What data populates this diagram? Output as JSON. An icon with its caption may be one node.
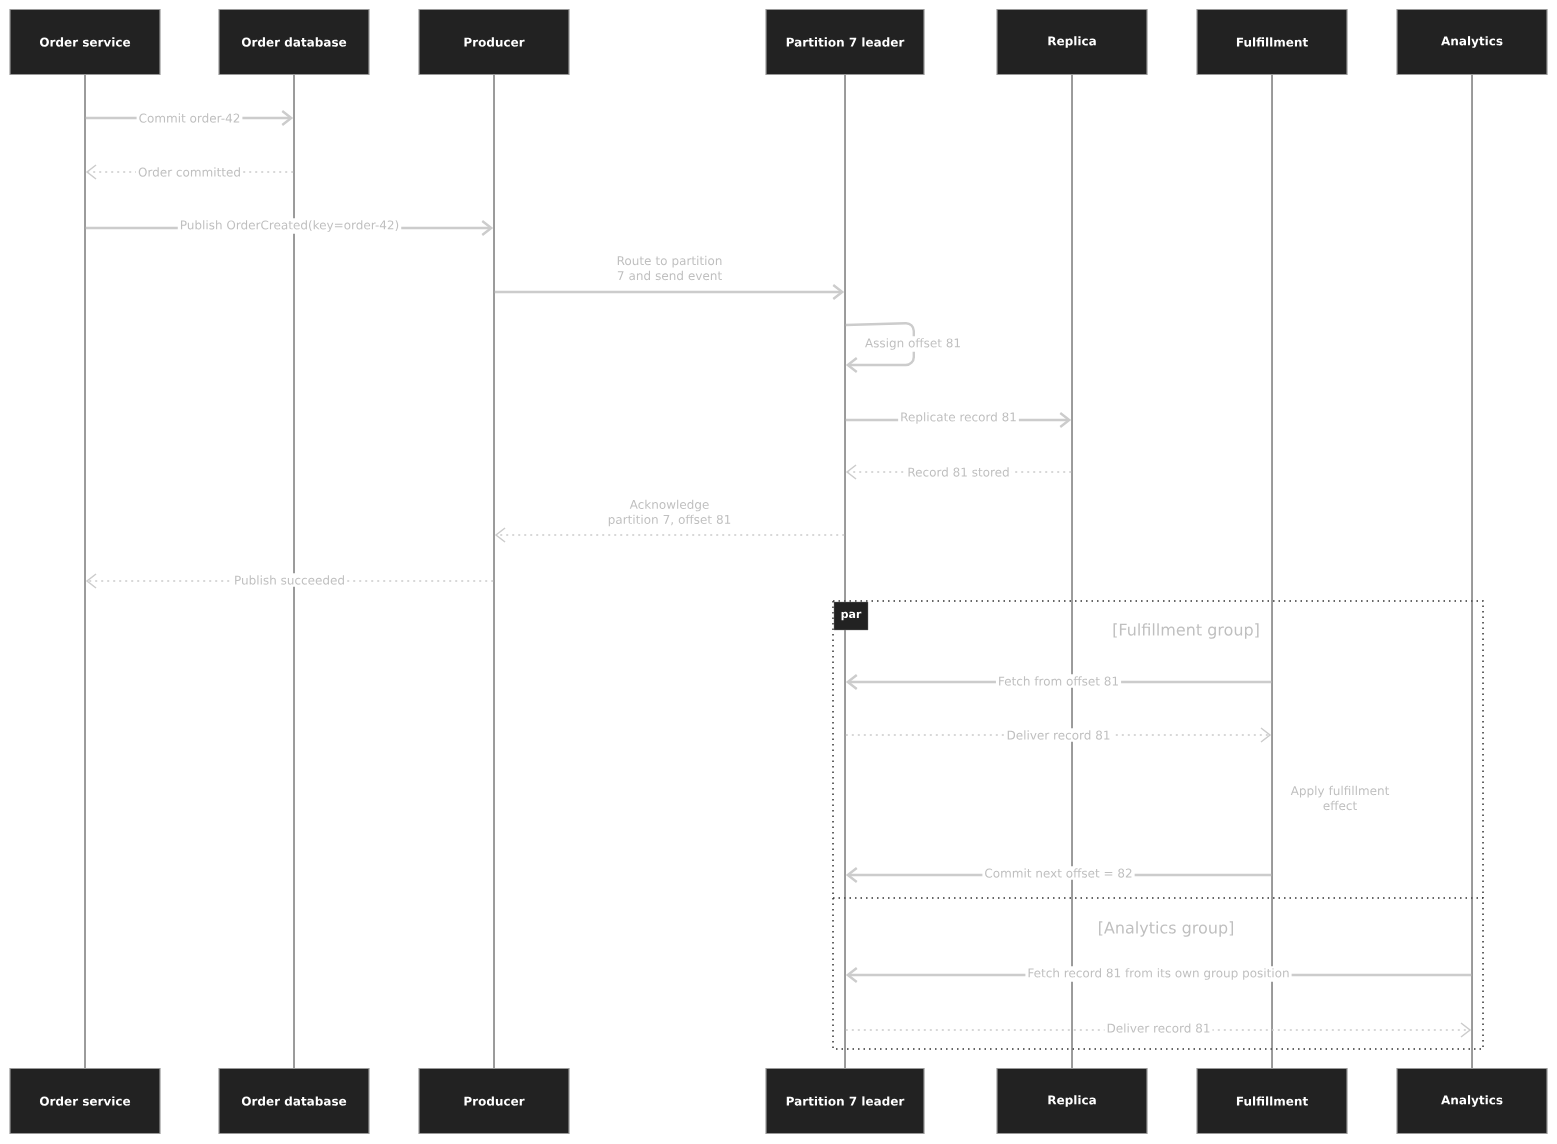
{
  "diagram": {
    "nodes": [
      {
        "text": [
          "Order service"
        ]
      },
      {
        "text": [
          "Order database"
        ]
      },
      {
        "text": [
          "Producer"
        ]
      },
      {
        "text": [
          "Partition 7 leader"
        ]
      },
      {
        "text": [
          "Replica"
        ]
      },
      {
        "text": [
          "Fulfillment"
        ]
      },
      {
        "text": [
          "Analytics"
        ]
      },
      {
        "text": [
          "Order service"
        ]
      },
      {
        "text": [
          "Order database"
        ]
      },
      {
        "text": [
          "Producer"
        ]
      },
      {
        "text": [
          "Partition 7 leader"
        ]
      },
      {
        "text": [
          "Replica"
        ]
      },
      {
        "text": [
          "Fulfillment"
        ]
      },
      {
        "text": [
          "Analytics"
        ]
      },
      {
        "text": [],
        "shape": "line"
      },
      {
        "text": [],
        "shape": "line"
      },
      {
        "text": [],
        "shape": "line"
      },
      {
        "text": [],
        "shape": "line"
      },
      {
        "text": [],
        "shape": "line"
      },
      {
        "text": [],
        "shape": "line"
      },
      {
        "text": [],
        "shape": "line"
      }
    ],
    "edges": [
      {
        "from": 14,
        "to": 15,
        "arrow": "to",
        "label": "Commit order-42"
      },
      {
        "from": 15,
        "to": 14,
        "arrow": "to",
        "label": "Order committed",
        "style": "dashed"
      },
      {
        "from": 14,
        "to": 16,
        "arrow": "to",
        "label": "Publish OrderCreated(key=order-42)"
      },
      {
        "from": 16,
        "to": 17,
        "arrow": "to",
        "label": "Route to partition 7 and send event"
      },
      {
        "from": 17,
        "to": 17,
        "arrow": "to",
        "label": "Assign offset 81"
      },
      {
        "from": 17,
        "to": 18,
        "arrow": "to",
        "label": "Replicate record 81"
      },
      {
        "from": 18,
        "to": 17,
        "arrow": "to",
        "label": "Record 81 stored",
        "style": "dashed"
      },
      {
        "from": 17,
        "to": 16,
        "arrow": "to",
        "label": "Acknowledge partition 7, offset 81",
        "style": "dashed"
      },
      {
        "from": 16,
        "to": 14,
        "arrow": "to",
        "label": "Publish succeeded",
        "style": "dashed"
      },
      {
        "from": 19,
        "to": 17,
        "arrow": "to",
        "label": "Fetch from offset 81"
      },
      {
        "from": 17,
        "to": 19,
        "arrow": "to",
        "label": "Deliver record 81",
        "style": "dashed"
      },
      {
        "from": 19,
        "to": 17,
        "arrow": "to",
        "label": "Commit next offset = 82"
      },
      {
        "from": 20,
        "to": 17,
        "arrow": "to",
        "label": "Fetch record 81 from its own group position"
      },
      {
        "from": 17,
        "to": 20,
        "arrow": "to",
        "label": "Deliver record 81",
        "style": "dashed"
      }
    ],
    "labels": [
      "par",
      "[Fulfillment group]",
      "Apply fulfillment effect",
      "[Analytics group]"
    ]
  }
}
